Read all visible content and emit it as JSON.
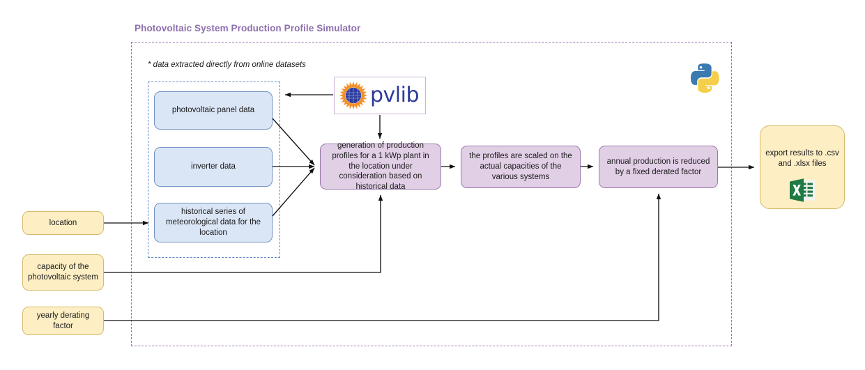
{
  "title": "Photovoltaic System Production Profile Simulator",
  "footnote": "* data extracted directly from online datasets",
  "colors": {
    "title": "#8e6fae",
    "outer_border": "#9b72b0",
    "sources_border": "#5d85c4",
    "blue_fill": "#dae5f5",
    "blue_border": "#7494c4",
    "purple_fill": "#e1cfe6",
    "purple_border": "#9a78ab",
    "yellow_fill": "#fdeec4",
    "yellow_border": "#d6b96a",
    "connector": "#111111",
    "pvlib_text": "#2b3a9c",
    "pvlib_sun": "#f3912a",
    "python_blue": "#3a7ab0",
    "python_yellow": "#f5cf4b",
    "excel_green": "#1f7a43"
  },
  "data_sources": {
    "items": [
      {
        "id": "pv-panel",
        "label": "photovoltaic panel data"
      },
      {
        "id": "inverter",
        "label": "inverter data"
      },
      {
        "id": "historical",
        "label": "historical series of meteorological data for the location"
      }
    ]
  },
  "process": {
    "steps": [
      {
        "id": "generation",
        "label": "generation of production profiles for a 1 kWp plant in the location under consideration based on historical data"
      },
      {
        "id": "scaling",
        "label": "the profiles are scaled on the actual capacities of the various systems"
      },
      {
        "id": "derating",
        "label": "annual production is reduced by a fixed derated factor"
      }
    ]
  },
  "inputs": {
    "items": [
      {
        "id": "location",
        "label": "location"
      },
      {
        "id": "capacity",
        "label": "capacity of the photovoltaic system"
      },
      {
        "id": "derating",
        "label": "yearly derating factor"
      }
    ]
  },
  "output": {
    "label": "export results to .csv and .xlsx files",
    "icon": "excel-icon"
  },
  "libraries": {
    "pvlib": {
      "name": "pvlib",
      "icon": "pvlib-sun-icon"
    },
    "python": {
      "icon": "python-logo-icon"
    }
  }
}
